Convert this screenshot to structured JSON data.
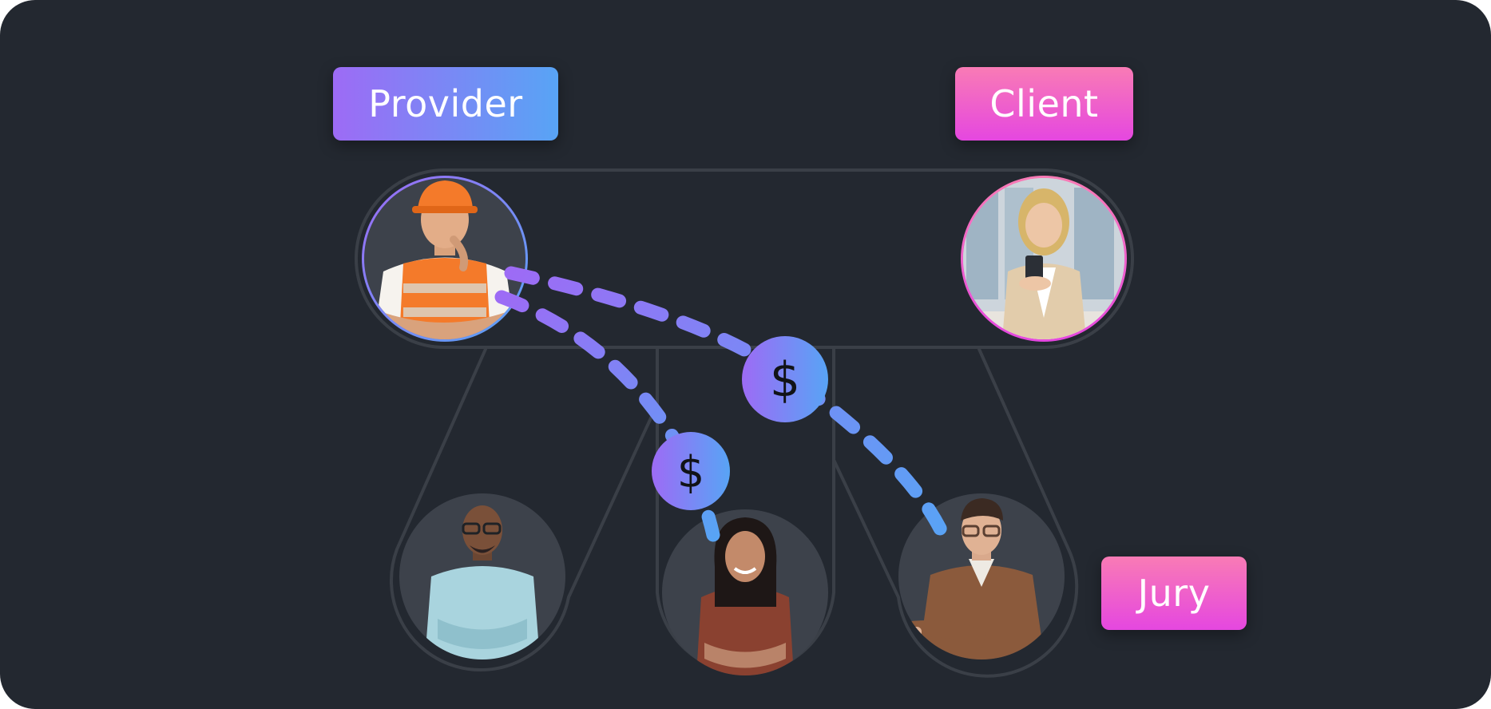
{
  "labels": {
    "provider": "Provider",
    "client": "Client",
    "jury": "Jury"
  },
  "coin_symbol": "$",
  "people": [
    {
      "name": "provider-avatar",
      "depicts": "construction worker in hard hat and safety vest"
    },
    {
      "name": "client-avatar",
      "depicts": "woman using smartphone in office"
    },
    {
      "name": "juror-avatar-1",
      "depicts": "man with glasses, arms crossed"
    },
    {
      "name": "juror-avatar-2",
      "depicts": "woman smiling, arms crossed"
    },
    {
      "name": "juror-avatar-3",
      "depicts": "man with glasses at desk"
    }
  ],
  "colors": {
    "background": "#232830",
    "outline": "#3a3f47",
    "provider_gradient_start": "#9d6bf5",
    "provider_gradient_end": "#58a4f5",
    "client_gradient_start": "#f97bb5",
    "client_gradient_end": "#e547e0",
    "avatar_fill": "#3d424b"
  }
}
